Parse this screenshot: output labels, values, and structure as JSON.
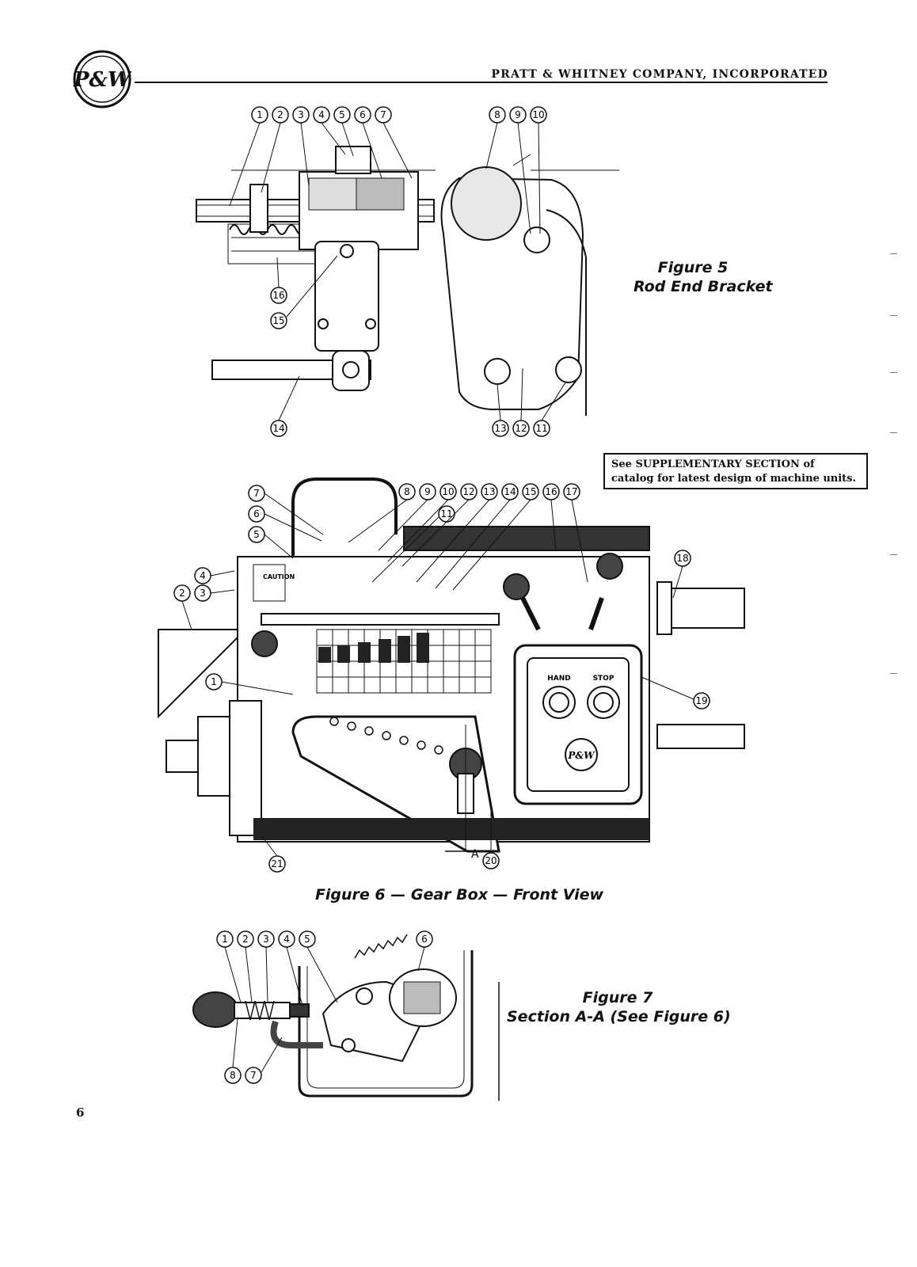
{
  "header": {
    "company": "PRATT & WHITNEY COMPANY, INCORPORATED",
    "logo_text": "P&W"
  },
  "figure5": {
    "caption_line1": "Figure 5",
    "caption_line2": "Rod End Bracket",
    "callouts_left": [
      "1",
      "2",
      "3",
      "4",
      "5",
      "6",
      "7"
    ],
    "callouts_right": [
      "8",
      "9",
      "10"
    ],
    "callouts_misc": [
      "16",
      "15",
      "14"
    ],
    "callouts_bottom": [
      "13",
      "12",
      "11"
    ]
  },
  "figure6": {
    "caption": "Figure 6 — Gear Box — Front View",
    "supplementary": "See SUPPLEMENTARY SECTION of catalog for latest design of machine units.",
    "callouts_top": [
      "8",
      "9",
      "10",
      "12",
      "13",
      "14",
      "15",
      "16",
      "17"
    ],
    "callouts_side": [
      "7",
      "6",
      "5",
      "4",
      "3",
      "2",
      "11",
      "1",
      "18",
      "19",
      "20",
      "21"
    ],
    "section_label": "A",
    "panel_labels": [
      "CAUTION",
      "HAND",
      "STOP",
      "P&W"
    ]
  },
  "figure7": {
    "caption_line1": "Figure 7",
    "caption_line2": "Section A-A (See Figure 6)",
    "callouts_top": [
      "1",
      "2",
      "3",
      "4",
      "5",
      "6"
    ],
    "callouts_bottom": [
      "8",
      "7"
    ]
  },
  "page": {
    "number": "6"
  },
  "colors": {
    "ink": "#111111",
    "paper": "#ffffff",
    "shade": "#555555"
  }
}
